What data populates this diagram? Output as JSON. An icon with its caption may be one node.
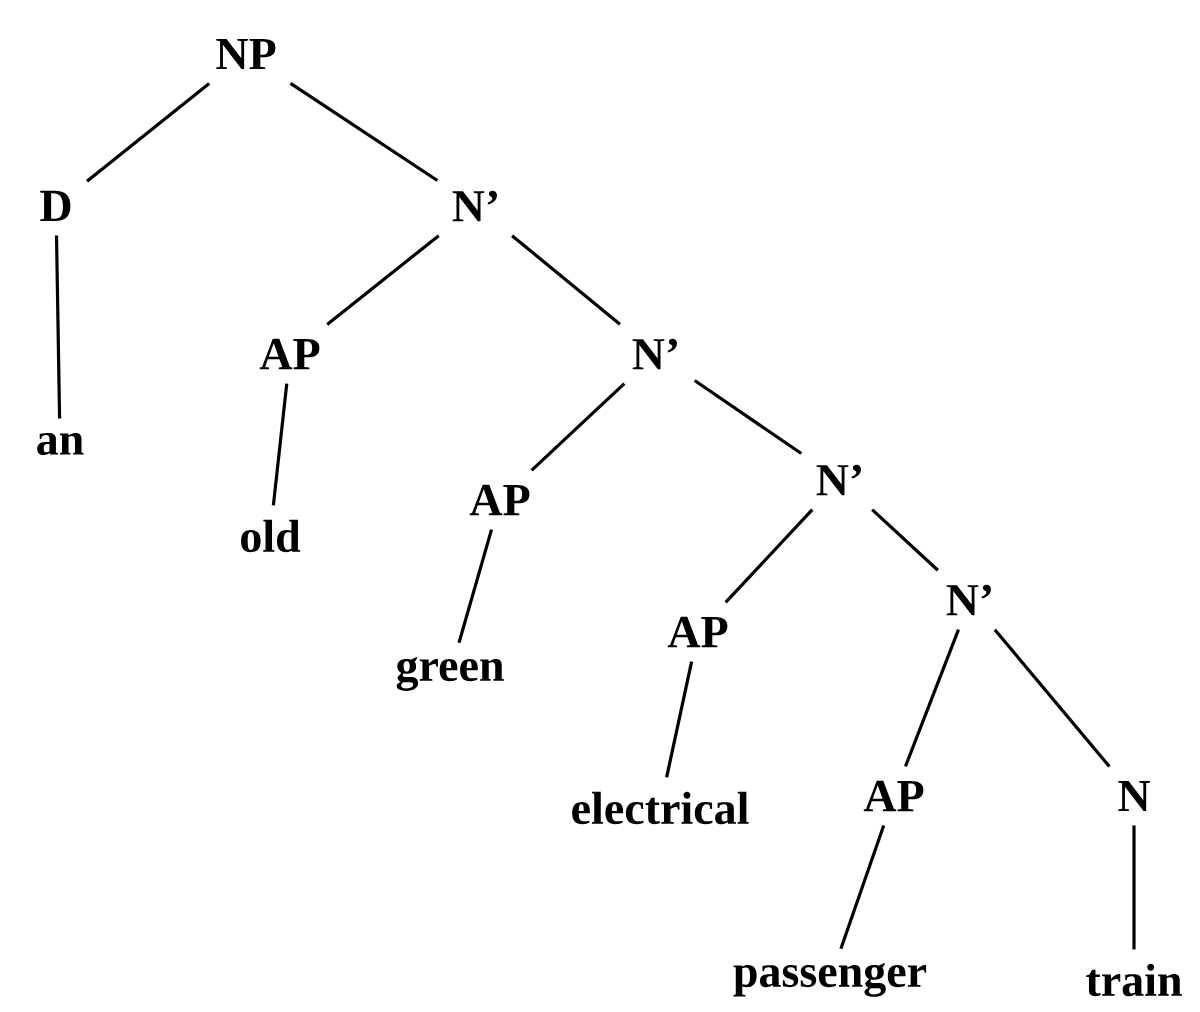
{
  "diagram": {
    "nodes": [
      {
        "text": [
          "NP"
        ]
      },
      {
        "text": [
          "D"
        ]
      },
      {
        "text": [
          "an"
        ]
      },
      {
        "text": [
          "N’"
        ]
      },
      {
        "text": [
          "AP"
        ]
      },
      {
        "text": [
          "old"
        ]
      },
      {
        "text": [
          "N’"
        ]
      },
      {
        "text": [
          "AP"
        ]
      },
      {
        "text": [
          "green"
        ]
      },
      {
        "text": [
          "N’"
        ]
      },
      {
        "text": [
          "AP"
        ]
      },
      {
        "text": [
          "electrical"
        ]
      },
      {
        "text": [
          "N’"
        ]
      },
      {
        "text": [
          "AP"
        ]
      },
      {
        "text": [
          "passenger"
        ]
      },
      {
        "text": [
          "N"
        ]
      },
      {
        "text": [
          "train"
        ]
      }
    ],
    "edges": [
      {
        "from": 0,
        "to": 1,
        "arrow": "none"
      },
      {
        "from": 1,
        "to": 2,
        "arrow": "none"
      },
      {
        "from": 0,
        "to": 3,
        "arrow": "none"
      },
      {
        "from": 3,
        "to": 4,
        "arrow": "none"
      },
      {
        "from": 4,
        "to": 5,
        "arrow": "none"
      },
      {
        "from": 3,
        "to": 6,
        "arrow": "none"
      },
      {
        "from": 6,
        "to": 7,
        "arrow": "none"
      },
      {
        "from": 7,
        "to": 8,
        "arrow": "none"
      },
      {
        "from": 6,
        "to": 9,
        "arrow": "none"
      },
      {
        "from": 9,
        "to": 10,
        "arrow": "none"
      },
      {
        "from": 10,
        "to": 11,
        "arrow": "none"
      },
      {
        "from": 9,
        "to": 12,
        "arrow": "none"
      },
      {
        "from": 12,
        "to": 13,
        "arrow": "none"
      },
      {
        "from": 13,
        "to": 14,
        "arrow": "none"
      },
      {
        "from": 12,
        "to": 15,
        "arrow": "none"
      },
      {
        "from": 15,
        "to": 16,
        "arrow": "none"
      }
    ]
  }
}
